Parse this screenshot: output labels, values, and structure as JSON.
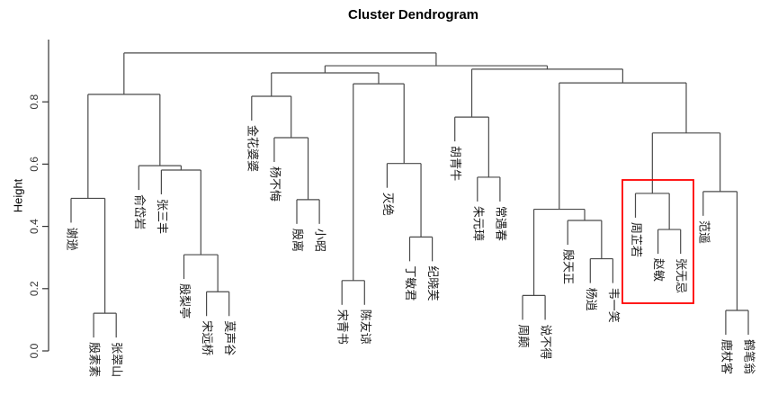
{
  "chart_data": {
    "type": "dendrogram",
    "title": "Cluster Dendrogram",
    "ylabel": "Height",
    "yticks": [
      0.0,
      0.2,
      0.4,
      0.6,
      0.8
    ],
    "ylim": [
      0,
      1.0
    ],
    "grid": false,
    "line_color": "#4a4a4a",
    "tick_label_color": "#333333",
    "leaves_in_order": [
      "谢逊",
      "殷素素",
      "张翠山",
      "俞岱岩",
      "张三丰",
      "殷梨亭",
      "宋远桥",
      "莫声谷",
      "金花婆婆",
      "杨不悔",
      "殷离",
      "小昭",
      "宋青书",
      "陈友谅",
      "灭绝",
      "丁敏君",
      "纪晓芙",
      "胡青牛",
      "朱元璋",
      "常遇春",
      "周颠",
      "说不得",
      "殷天正",
      "杨逍",
      "韦一笑",
      "周芷若",
      "赵敏",
      "张无忌",
      "范遥",
      "鹿杖客",
      "鹤笔翁"
    ],
    "tree": {
      "h": 0.957,
      "c": [
        {
          "h": 0.824,
          "c": [
            {
              "h": 0.49,
              "c": [
                "谢逊",
                {
                  "h": 0.121,
                  "c": [
                    "殷素素",
                    "张翠山"
                  ]
                }
              ]
            },
            {
              "h": 0.595,
              "c": [
                "俞岱岩",
                {
                  "h": 0.581,
                  "c": [
                    "张三丰",
                    {
                      "h": 0.309,
                      "c": [
                        "殷梨亭",
                        {
                          "h": 0.19,
                          "c": [
                            "宋远桥",
                            "莫声谷"
                          ]
                        }
                      ]
                    }
                  ]
                }
              ]
            }
          ]
        },
        {
          "h": 0.916,
          "c": [
            {
              "h": 0.893,
              "c": [
                {
                  "h": 0.818,
                  "c": [
                    "金花婆婆",
                    {
                      "h": 0.685,
                      "c": [
                        "杨不悔",
                        {
                          "h": 0.486,
                          "c": [
                            "殷离",
                            "小昭"
                          ]
                        }
                      ]
                    }
                  ]
                },
                {
                  "h": 0.858,
                  "c": [
                    {
                      "h": 0.226,
                      "c": [
                        "宋青书",
                        "陈友谅"
                      ]
                    },
                    {
                      "h": 0.602,
                      "c": [
                        "灭绝",
                        {
                          "h": 0.366,
                          "c": [
                            "丁敏君",
                            "纪晓芙"
                          ]
                        }
                      ]
                    }
                  ]
                }
              ]
            },
            {
              "h": 0.905,
              "c": [
                {
                  "h": 0.751,
                  "c": [
                    "胡青牛",
                    {
                      "h": 0.558,
                      "c": [
                        "朱元璋",
                        "常遇春"
                      ]
                    }
                  ]
                },
                {
                  "h": 0.861,
                  "c": [
                    {
                      "h": 0.455,
                      "c": [
                        {
                          "h": 0.178,
                          "c": [
                            "周颠",
                            "说不得"
                          ]
                        },
                        {
                          "h": 0.419,
                          "c": [
                            "殷天正",
                            {
                              "h": 0.296,
                              "c": [
                                "杨逍",
                                "韦一笑"
                              ]
                            }
                          ]
                        }
                      ]
                    },
                    {
                      "h": 0.7,
                      "c": [
                        {
                          "h": 0.506,
                          "c": [
                            "周芷若",
                            {
                              "h": 0.39,
                              "c": [
                                "赵敏",
                                "张无忌"
                              ]
                            }
                          ]
                        },
                        {
                          "h": 0.512,
                          "c": [
                            "范遥",
                            {
                              "h": 0.13,
                              "c": [
                                "鹿杖客",
                                "鹤笔翁"
                              ]
                            }
                          ]
                        }
                      ]
                    }
                  ]
                }
              ]
            }
          ]
        }
      ]
    },
    "highlight_box": {
      "color": "#ff0000",
      "leaves": [
        "周芷若",
        "赵敏",
        "张无忌"
      ],
      "x": 692,
      "y": 200,
      "width": 79,
      "height": 137
    }
  }
}
